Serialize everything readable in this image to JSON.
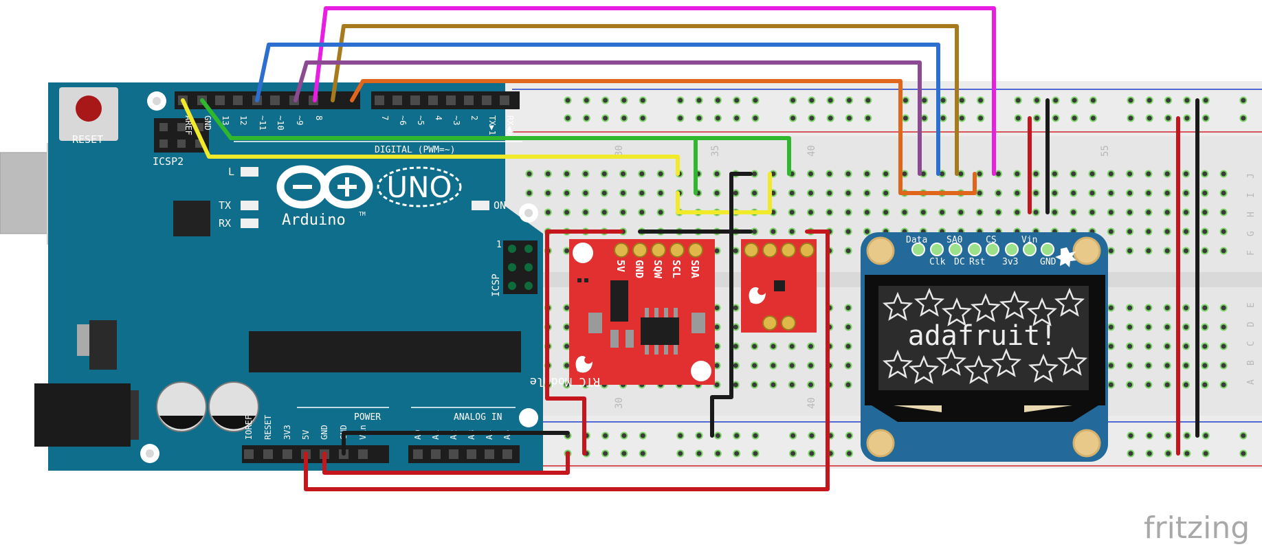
{
  "arduino": {
    "reset_label": "RESET",
    "icsp2_label": "ICSP2",
    "icsp_label": "ICSP",
    "icsp_pin1": "1",
    "brand": "Arduino",
    "tm": "TM",
    "model": "UNO",
    "led_l": "L",
    "led_tx": "TX",
    "led_rx": "RX",
    "led_on": "ON",
    "digital_label": "DIGITAL (PWM=~)",
    "digital_pins": [
      "AREF",
      "GND",
      "13",
      "12",
      "~11",
      "~10",
      "~9",
      "8",
      "7",
      "~6",
      "~5",
      "4",
      "~3",
      "2",
      "TX▶1",
      "RX◀0"
    ],
    "power_label": "POWER",
    "analog_label": "ANALOG IN",
    "power_pins": [
      "IOREF",
      "RESET",
      "3V3",
      "5V",
      "GND",
      "GND",
      "Vin"
    ],
    "analog_pins": [
      "A0",
      "A1",
      "A2",
      "A3",
      "A4",
      "A5"
    ]
  },
  "breadboard": {
    "col_numbers": [
      "30",
      "35",
      "40",
      "55"
    ],
    "row_letters": [
      "J",
      "I",
      "H",
      "G",
      "F",
      "E",
      "D",
      "C",
      "B",
      "A"
    ]
  },
  "rtc": {
    "pins": [
      "5V",
      "GND",
      "SQW",
      "SCL",
      "SDA"
    ],
    "label": "RTC Module"
  },
  "oled": {
    "pins_top": [
      "Data",
      "SA0",
      "CS",
      "Vin"
    ],
    "pins_bottom": [
      "Clk",
      "DC",
      "Rst",
      "3v3",
      "GND"
    ],
    "screen_text": "adafruit!"
  },
  "brand": "fritzing",
  "colors": {
    "board": "#0f6e8c",
    "board_dark": "#0b5a72",
    "breadboard": "#e9e9e9",
    "rtc": "#e23030",
    "oled_board": "#236a9a",
    "wire_magenta": "#e81fe2",
    "wire_brown": "#a77b1d",
    "wire_blue": "#2d6fd1",
    "wire_purple": "#8b4a92",
    "wire_orange": "#e0661b",
    "wire_green": "#2fb82d",
    "wire_yellow": "#f0ea2a",
    "wire_red": "#c4161c",
    "wire_black": "#1a1a1a"
  }
}
